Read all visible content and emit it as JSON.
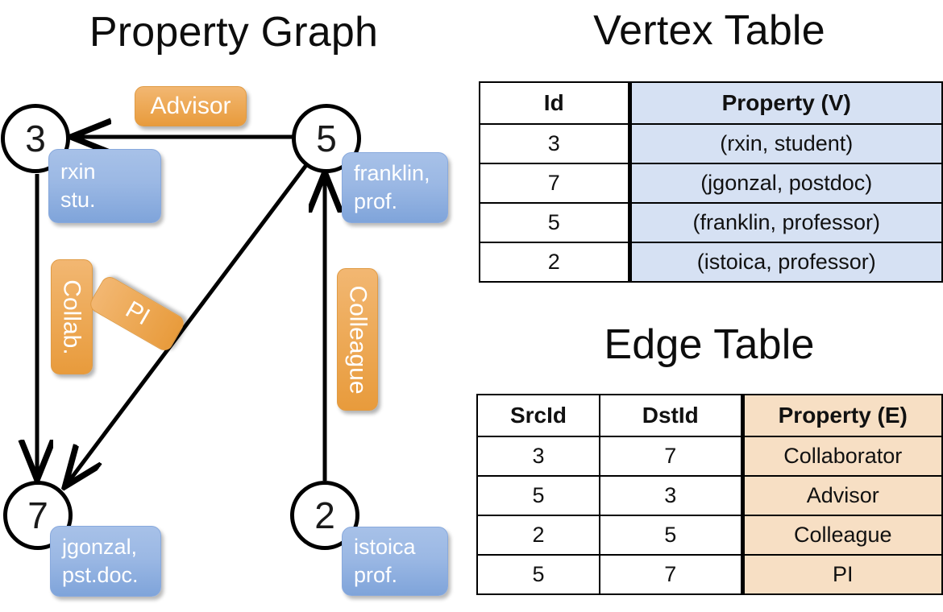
{
  "titles": {
    "property_graph": "Property Graph",
    "vertex_table": "Vertex Table",
    "edge_table": "Edge Table"
  },
  "graph": {
    "nodes": [
      {
        "id": "3",
        "property_lines": [
          "rxin",
          "stu."
        ]
      },
      {
        "id": "5",
        "property_lines": [
          "franklin,",
          "prof."
        ]
      },
      {
        "id": "7",
        "property_lines": [
          "jgonzal,",
          "pst.doc."
        ]
      },
      {
        "id": "2",
        "property_lines": [
          "istoica",
          "prof."
        ]
      }
    ],
    "edge_labels": [
      {
        "label": "Advisor",
        "orientation": "horizontal"
      },
      {
        "label": "Collab.",
        "orientation": "vertical"
      },
      {
        "label": "PI",
        "orientation": "diagonal"
      },
      {
        "label": "Colleague",
        "orientation": "vertical"
      }
    ],
    "edges": [
      {
        "src": "5",
        "dst": "3",
        "label": "Advisor"
      },
      {
        "src": "3",
        "dst": "7",
        "label": "Collab."
      },
      {
        "src": "5",
        "dst": "7",
        "label": "PI"
      },
      {
        "src": "2",
        "dst": "5",
        "label": "Colleague"
      }
    ]
  },
  "vertex_table": {
    "headers": [
      "Id",
      "Property (V)"
    ],
    "rows": [
      {
        "id": "3",
        "property": "(rxin, student)"
      },
      {
        "id": "7",
        "property": "(jgonzal, postdoc)"
      },
      {
        "id": "5",
        "property": "(franklin, professor)"
      },
      {
        "id": "2",
        "property": "(istoica, professor)"
      }
    ]
  },
  "edge_table": {
    "headers": [
      "SrcId",
      "DstId",
      "Property (E)"
    ],
    "rows": [
      {
        "src": "3",
        "dst": "7",
        "property": "Collaborator"
      },
      {
        "src": "5",
        "dst": "3",
        "property": "Advisor"
      },
      {
        "src": "2",
        "dst": "5",
        "property": "Colleague"
      },
      {
        "src": "5",
        "dst": "7",
        "property": "PI"
      }
    ]
  },
  "colors": {
    "vertex_property_fill": "#d6e1f3",
    "edge_property_fill": "#f7dfc4",
    "node_box_blue": "#9bb8e4",
    "edge_label_orange": "#eeac5c",
    "stroke": "#000000",
    "background": "#ffffff"
  }
}
